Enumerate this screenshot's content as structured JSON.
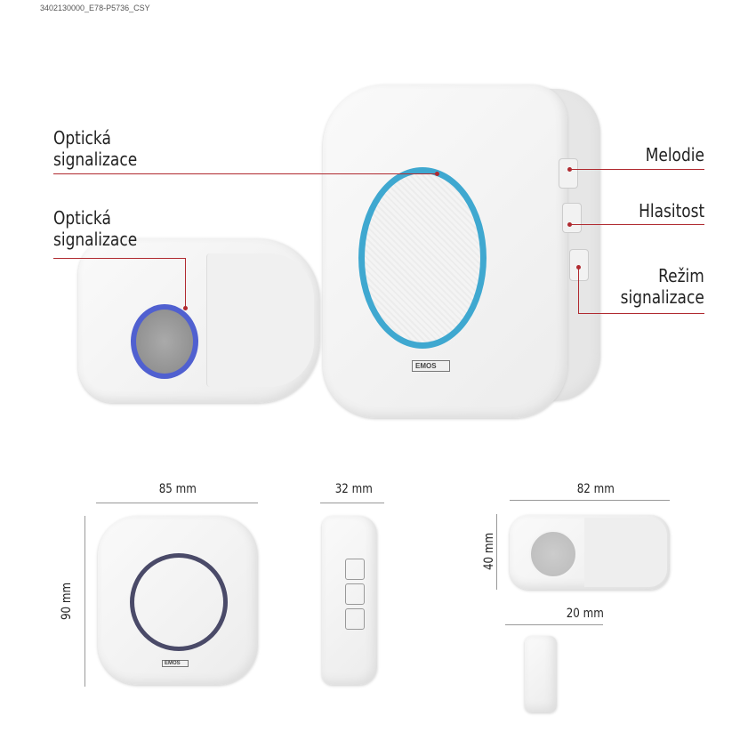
{
  "header": {
    "code": "3402130000_E78-P5736_CSY"
  },
  "labels": {
    "optical1": [
      "Optická",
      "signalizace"
    ],
    "optical2": [
      "Optická",
      "signalizace"
    ],
    "melody": "Melodie",
    "volume": "Hlasitost",
    "mode": [
      "Režim",
      "signalizace"
    ]
  },
  "brand": "EMOS",
  "dimensions": {
    "width_receiver": "85 mm",
    "height_receiver": "90 mm",
    "depth_receiver": "32 mm",
    "width_button": "82 mm",
    "height_button": "40 mm",
    "depth_button": "20 mm"
  },
  "colors": {
    "accent_line": "#b02a30",
    "receiver_ring": "#3fa8d0",
    "button_ring": "#5060d0"
  }
}
